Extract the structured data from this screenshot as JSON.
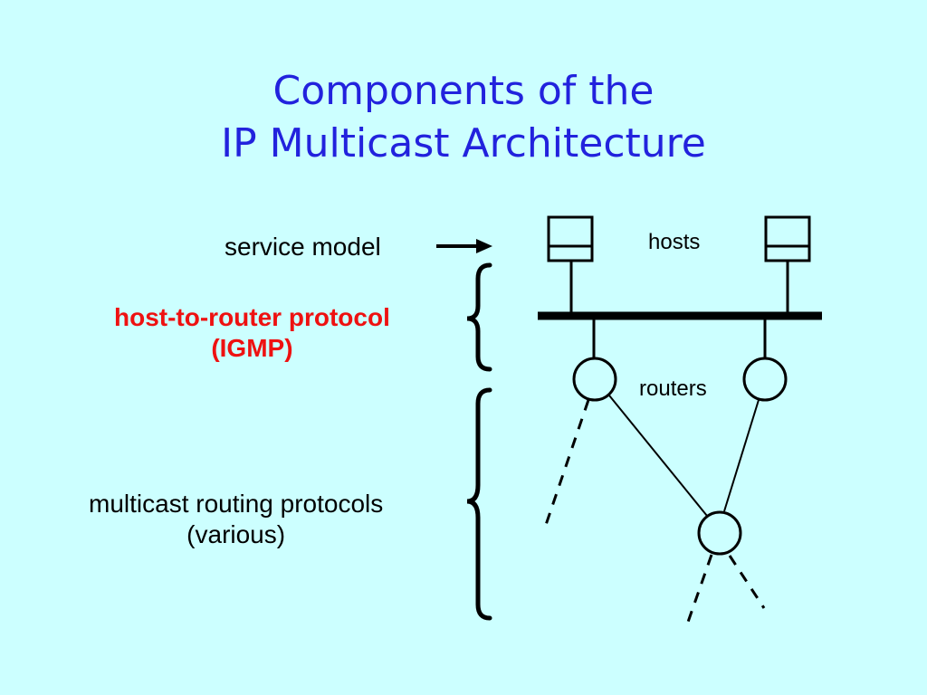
{
  "title": {
    "line1": "Components of the",
    "line2": "IP Multicast Architecture"
  },
  "labels": {
    "service_model": "service model",
    "host_to_router_line1": "host-to-router protocol",
    "host_to_router_line2": "(IGMP)",
    "multicast_routing_line1": "multicast routing protocols",
    "multicast_routing_line2": "(various)",
    "hosts": "hosts",
    "routers": "routers"
  },
  "colors": {
    "background": "#ccffff",
    "title": "#2222dd",
    "highlight": "#ee1111",
    "text": "#000000"
  }
}
